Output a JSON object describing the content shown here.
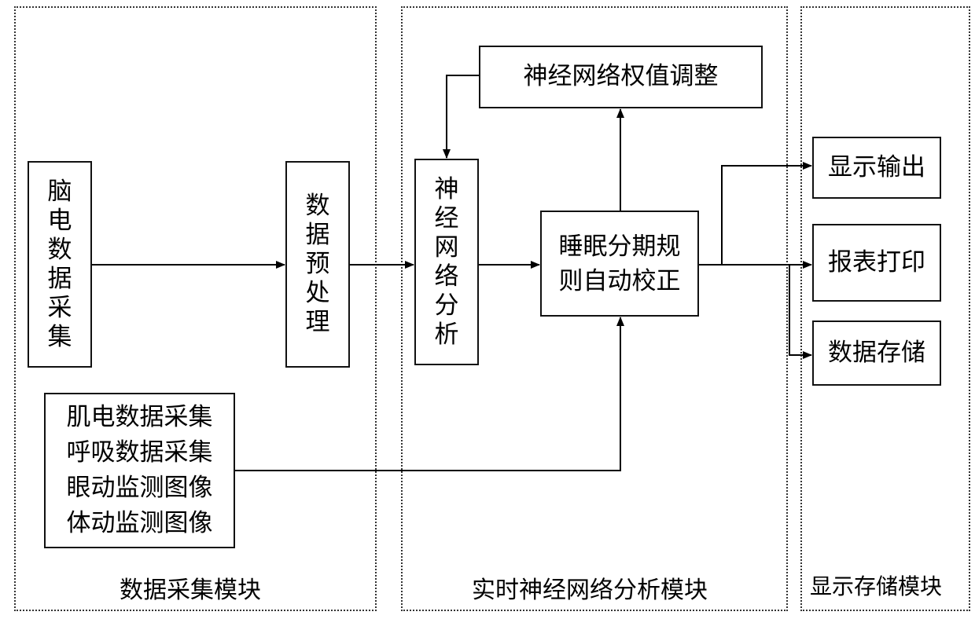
{
  "modules": {
    "acquisition": {
      "label": "数据采集模块"
    },
    "analysis": {
      "label": "实时神经网络分析模块"
    },
    "display": {
      "label": "显示存储模块"
    }
  },
  "boxes": {
    "eeg_acquisition": "脑电数据采集",
    "preprocessing": "数据预处理",
    "nn_analysis": "神经网络分析",
    "weight_adjust": "神经网络权值调整",
    "sleep_stage_correction": "睡眠分期规则自动校正",
    "other_signals": [
      "肌电数据采集",
      "呼吸数据采集",
      "眼动监测图像",
      "体动监测图像"
    ],
    "display_output": "显示输出",
    "report_print": "报表打印",
    "data_storage": "数据存储"
  }
}
